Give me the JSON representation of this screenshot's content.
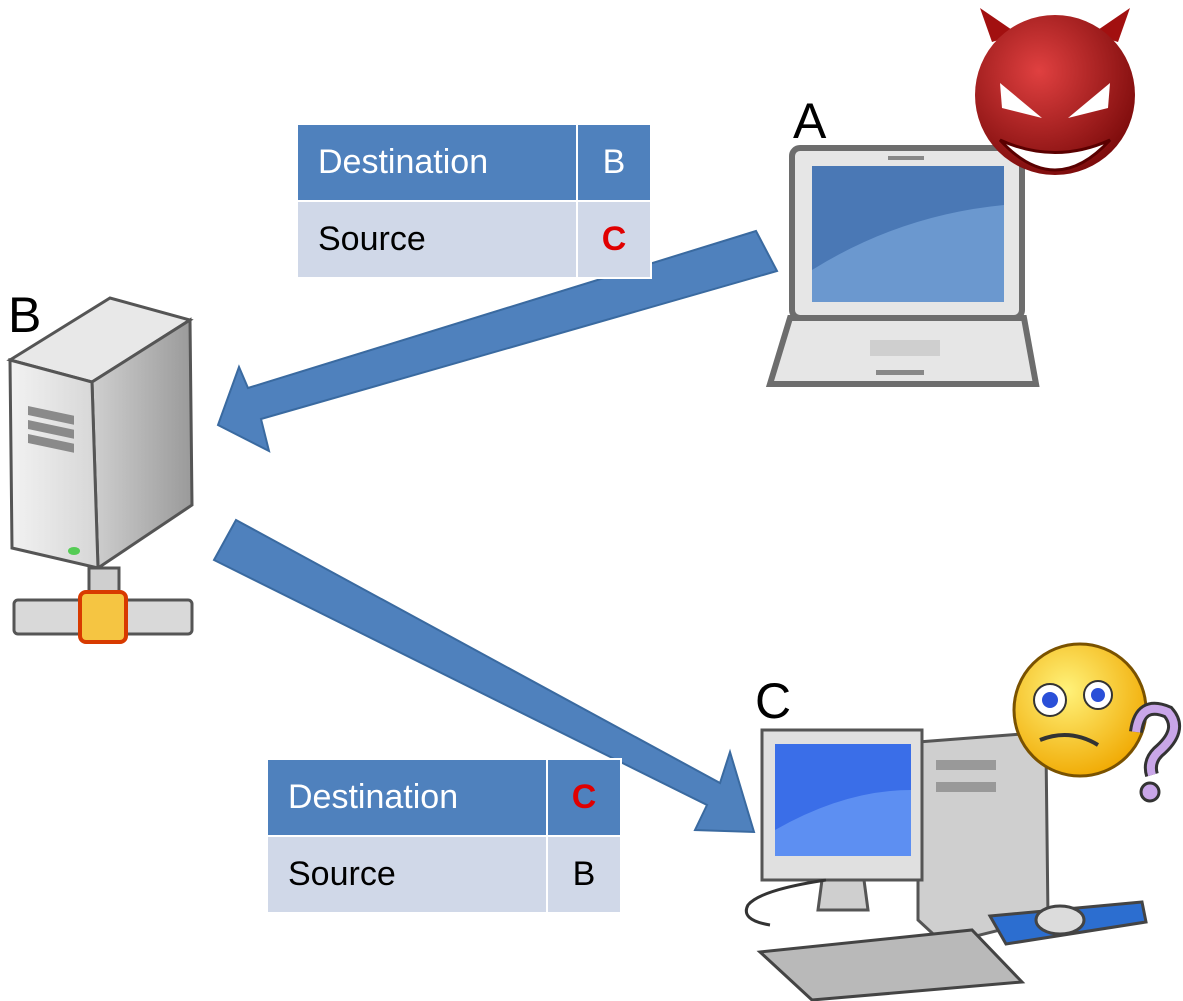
{
  "nodes": {
    "attacker": {
      "label": "A",
      "icon": "laptop-icon",
      "badge": "devil-face-icon"
    },
    "server": {
      "label": "B",
      "icon": "server-icon"
    },
    "victim": {
      "label": "C",
      "icon": "desktop-computer-icon",
      "badge": "confused-face-icon"
    }
  },
  "packets": [
    {
      "rows": [
        {
          "field": "Destination",
          "value": "B",
          "spoofed": false
        },
        {
          "field": "Source",
          "value": "C",
          "spoofed": true
        }
      ]
    },
    {
      "rows": [
        {
          "field": "Destination",
          "value": "C",
          "spoofed": true
        },
        {
          "field": "Source",
          "value": "B",
          "spoofed": false
        }
      ]
    }
  ],
  "colors": {
    "arrow": "#4f81bd",
    "header": "#4f81bd",
    "row": "#d0d8e8",
    "spoof": "#e00000"
  }
}
